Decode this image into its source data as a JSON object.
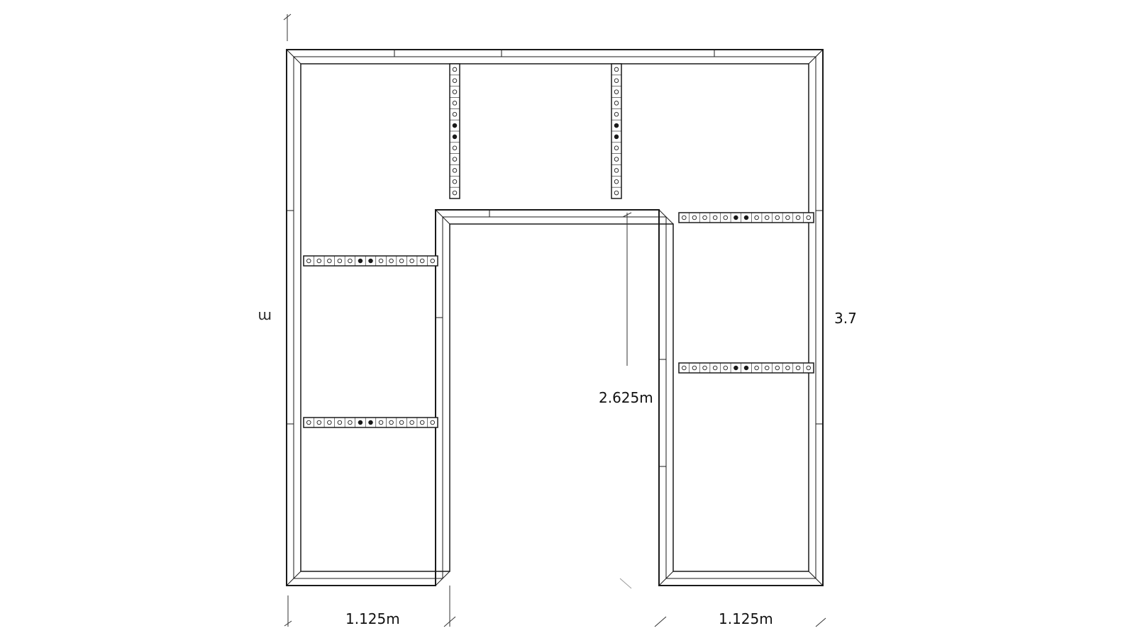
{
  "diagram": {
    "type": "truss-floor-plan",
    "colors": {
      "stroke": "#1a1a1a",
      "hole": "#1a1a1a",
      "background": "#ffffff"
    },
    "labels": {
      "bottom_left_span": "1.125m",
      "bottom_right_span": "1.125m",
      "inner_height": "2.625m",
      "right_height": "3.7",
      "left_height_partial": "m"
    }
  }
}
